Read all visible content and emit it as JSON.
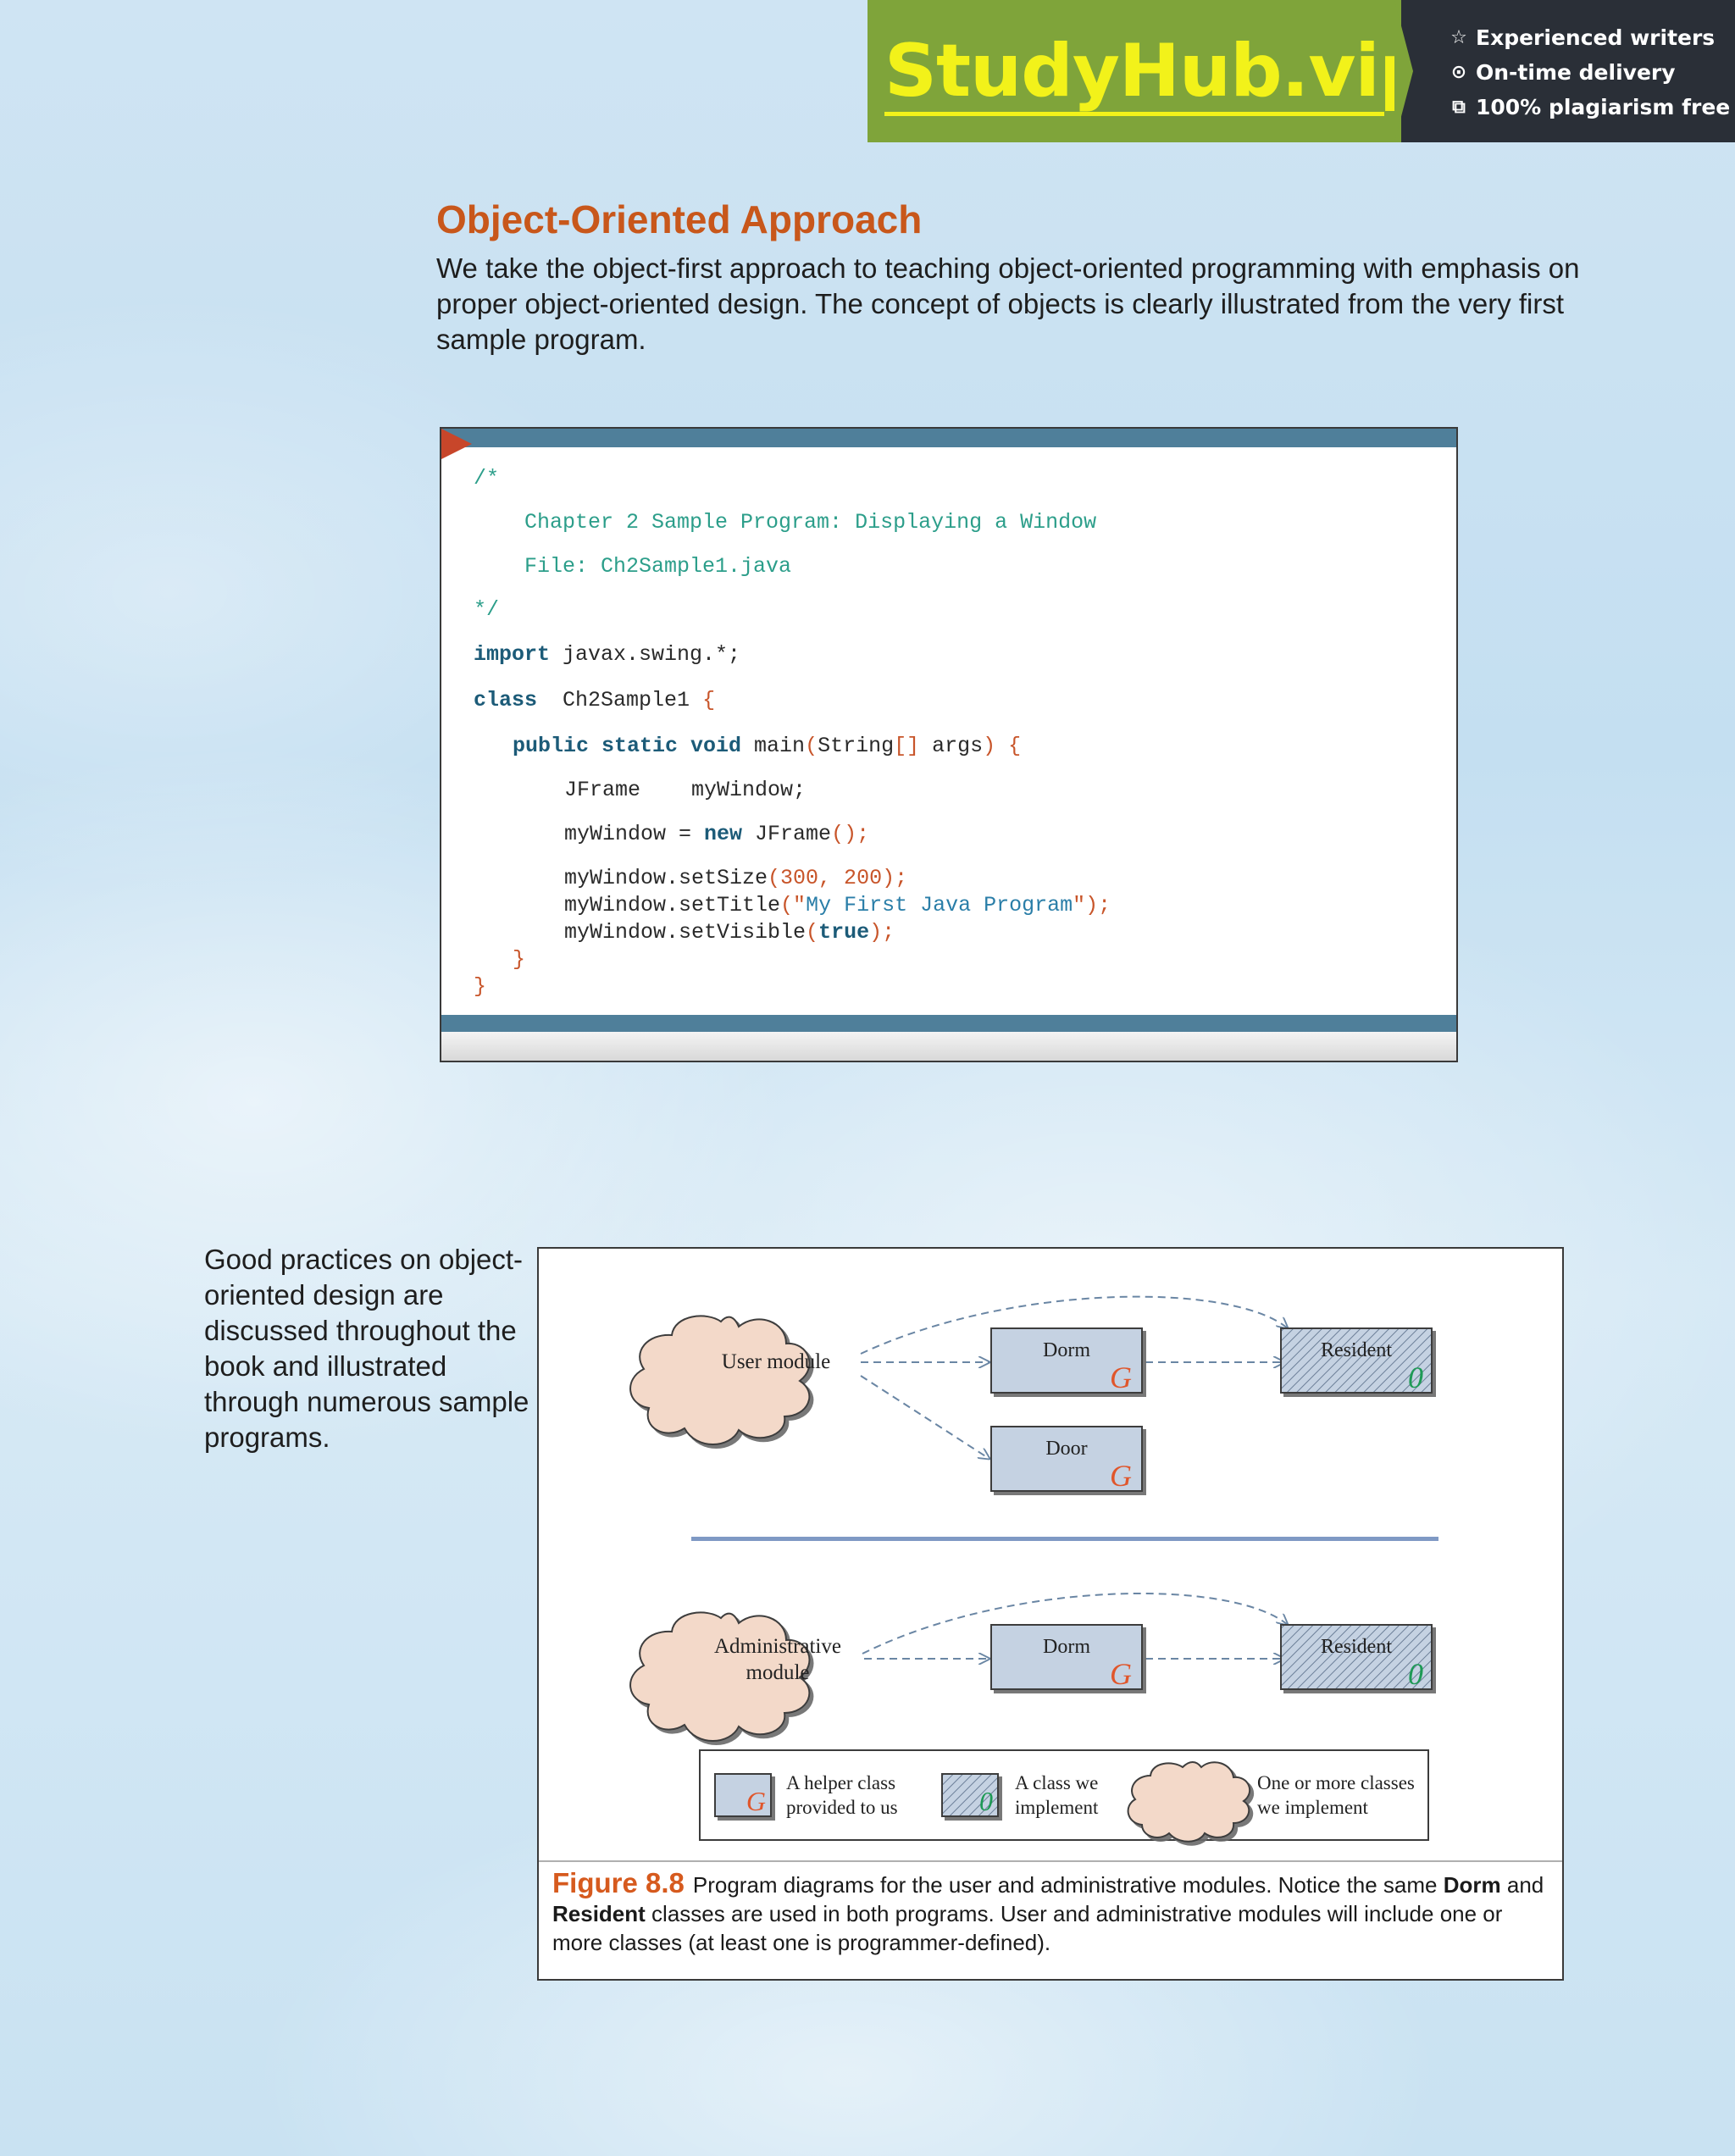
{
  "banner": {
    "logo": "StudyHub.vip",
    "features": [
      {
        "icon": "star-icon",
        "text": "Experienced writers"
      },
      {
        "icon": "clock-icon",
        "text": "On-time delivery"
      },
      {
        "icon": "copy-icon",
        "text": "100% plagiarism free"
      }
    ],
    "colors": {
      "green": "#7fa43a",
      "yellow": "#f2f21a",
      "dark": "#2a2f37"
    }
  },
  "section": {
    "heading": "Object-Oriented Approach",
    "intro": "We take the object-first approach to teaching object-oriented programming with emphasis on proper object-oriented design. The concept of objects is clearly illustrated from the very first sample program."
  },
  "code": {
    "comment_open": "/*",
    "comment_title": "Chapter 2 Sample Program: Displaying a Window",
    "comment_file": "File: Ch2Sample1.java",
    "comment_close": "*/",
    "import_kw": "import",
    "import_rest": " javax.swing.*;",
    "class_kw": "class",
    "class_name": "  Ch2Sample1 ",
    "open_brace": "{",
    "main_kw": "public static void",
    "main_name": " main",
    "main_paren_open": "(",
    "main_type": "String",
    "main_arr": "[]",
    "main_args": " args",
    "main_paren_close": ")",
    "decl": "JFrame    myWindow;",
    "assign_pre": "myWindow = ",
    "new_kw": "new",
    "assign_post": " JFrame",
    "parens_semicolon": "();",
    "setsize_pre": "myWindow.setSize",
    "setsize_args": "(300, 200);",
    "settitle_pre": "myWindow.setTitle",
    "settitle_q1": "(\"",
    "settitle_str": "My First Java Program",
    "settitle_q2": "\");",
    "setvisible_pre": "myWindow.setVisible",
    "setvisible_p": "(",
    "true_kw": "true",
    "setvisible_end": ");",
    "close_inner": "}",
    "close_outer": "}"
  },
  "side_note": "Good practices on object-oriented design are discussed throughout the book and illustrated through numerous sample programs.",
  "figure": {
    "top": {
      "cloud": "User module",
      "class_dorm": "Dorm",
      "class_door": "Door",
      "class_resident": "Resident"
    },
    "bottom": {
      "cloud_line1": "Administrative",
      "cloud_line2": "module",
      "class_dorm": "Dorm",
      "class_resident": "Resident"
    },
    "marker_helper": "G",
    "marker_impl": "0",
    "legend": {
      "helper_line1": "A helper class",
      "helper_line2": "provided to us",
      "impl_line1": "A class we",
      "impl_line2": "implement",
      "cloud_line1": "One or more classes",
      "cloud_line2": "we implement"
    },
    "caption": {
      "label": "Figure 8.8",
      "text_1": "Program diagrams for the user and administrative modules. Notice the same ",
      "bold_1": "Dorm",
      "text_2": " and ",
      "bold_2": "Resident",
      "text_3": " classes are used in both programs. User and administrative modules will include one or more classes (at least one is programmer-defined)."
    },
    "colors": {
      "class_fill": "#c5d2e2",
      "cloud_fill": "#f3d9c9",
      "arrow": "#6a86a4",
      "divider": "#7f99c4",
      "helper_mark": "#e0562b",
      "impl_mark": "#1e9a55"
    }
  }
}
